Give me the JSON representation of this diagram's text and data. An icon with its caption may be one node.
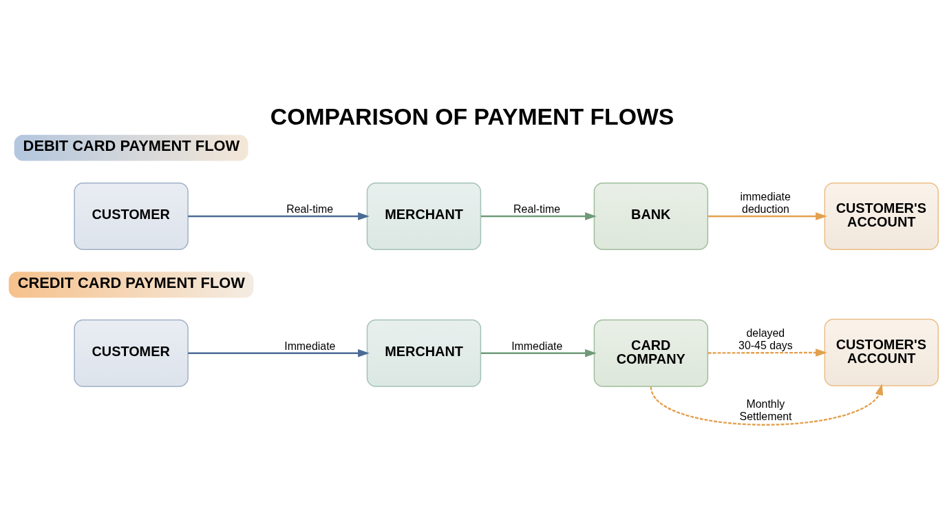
{
  "diagram": {
    "title": "COMPARISON OF PAYMENT FLOWS",
    "nodes": [
      {
        "text": [
          "DEBIT CARD PAYMENT FLOW"
        ]
      },
      {
        "text": [
          "CUSTOMER"
        ]
      },
      {
        "text": [
          "MERCHANT"
        ]
      },
      {
        "text": [
          "BANK"
        ]
      },
      {
        "text": [
          "CUSTOMER'S ACCOUNT"
        ]
      },
      {
        "text": [
          "CREDIT CARD PAYMENT FLOW"
        ]
      },
      {
        "text": [
          "CUSTOMER"
        ]
      },
      {
        "text": [
          "MERCHANT"
        ]
      },
      {
        "text": [
          "CARD COMPANY"
        ]
      },
      {
        "text": [
          "CUSTOMER'S ACCOUNT"
        ]
      }
    ],
    "edges": [
      {
        "from": 1,
        "to": 2,
        "arrow": "to",
        "label": "Real-time",
        "color": "#4a6b96"
      },
      {
        "from": 2,
        "to": 3,
        "arrow": "to",
        "label": "Real-time",
        "color": "#6f9a78"
      },
      {
        "from": 3,
        "to": 4,
        "arrow": "to",
        "label": "immediate deduction",
        "color": "#e3a04e"
      },
      {
        "from": 6,
        "to": 7,
        "arrow": "to",
        "label": "Immediate",
        "color": "#4a6b96"
      },
      {
        "from": 7,
        "to": 8,
        "arrow": "to",
        "label": "Immediate",
        "color": "#6f9a78"
      },
      {
        "from": 8,
        "to": 9,
        "arrow": "to",
        "label": "delayed 30-45 days",
        "style": "dashed",
        "color": "#e3a04e"
      },
      {
        "from": 8,
        "to": 9,
        "arrow": "to",
        "label": "Monthly Settlement",
        "style": "dashed",
        "color": "#e3a04e"
      }
    ]
  }
}
